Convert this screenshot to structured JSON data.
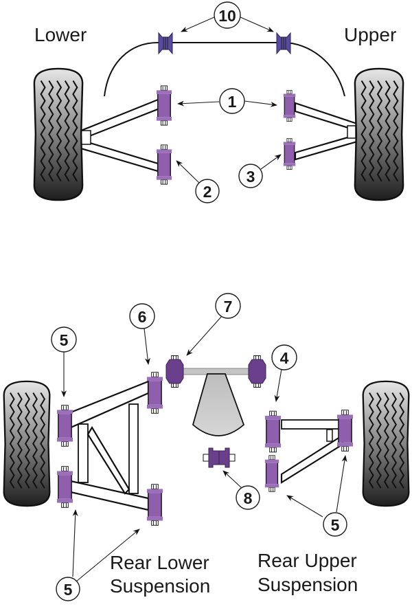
{
  "diagram": {
    "title_labels": {
      "front_lower": "Lower",
      "front_upper": "Upper",
      "rear_lower_line1": "Rear Lower",
      "rear_lower_line2": "Suspension",
      "rear_upper_line1": "Rear Upper",
      "rear_upper_line2": "Suspension"
    },
    "callouts": [
      {
        "id": "c10",
        "number": "10"
      },
      {
        "id": "c1",
        "number": "1"
      },
      {
        "id": "c2",
        "number": "2"
      },
      {
        "id": "c3",
        "number": "3"
      },
      {
        "id": "c5a",
        "number": "5"
      },
      {
        "id": "c6",
        "number": "6"
      },
      {
        "id": "c7",
        "number": "7"
      },
      {
        "id": "c4",
        "number": "4"
      },
      {
        "id": "c8",
        "number": "8"
      },
      {
        "id": "c5b",
        "number": "5"
      },
      {
        "id": "c5c",
        "number": "5"
      }
    ],
    "colors": {
      "bush_purple": "#8f5fad",
      "bush_purple_dark": "#6a3f8c",
      "arb_bush_blue": "#5a4aa0",
      "tyre_light": "#d9d9d9",
      "tyre_dark": "#2b2b2b",
      "diff_grey": "#cdcdcd"
    }
  }
}
